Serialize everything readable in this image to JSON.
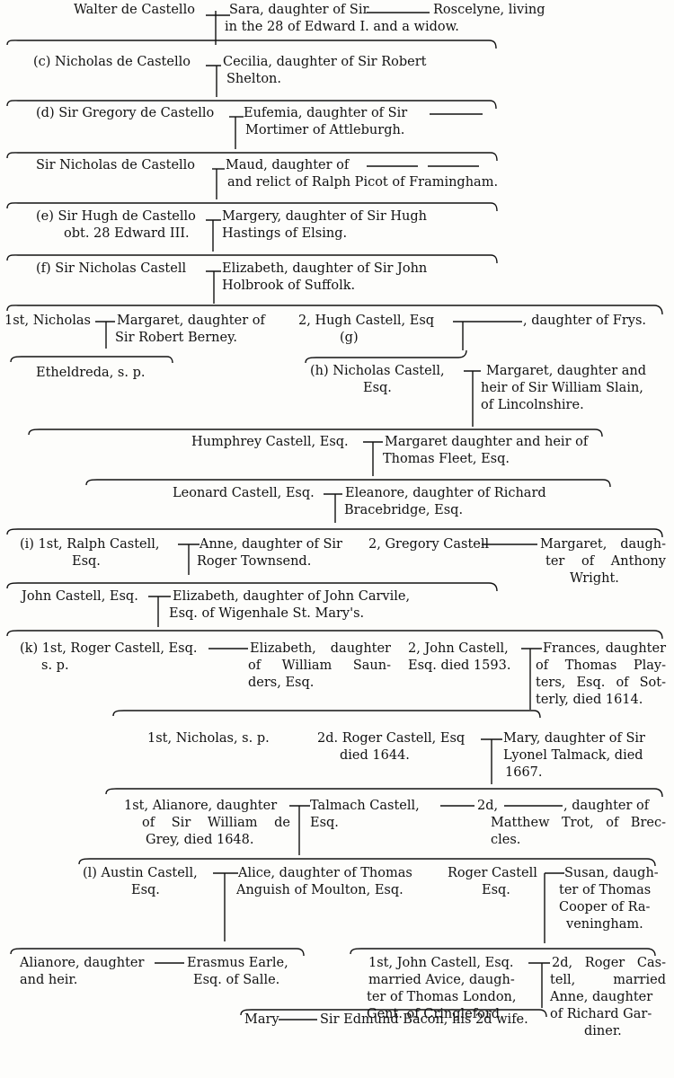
{
  "g1": {
    "walter": "Walter de Castello",
    "sara": "Sara, daughter of Sir",
    "roscelyne": "Roscelyne, living",
    "sara_l2": "in the 28 of Edward I. and a widow."
  },
  "g2": {
    "nicholas": "(c) Nicholas de Castello",
    "cecilia": "Cecilia, daughter of Sir Robert",
    "cecilia_l2": "Shelton."
  },
  "g3": {
    "gregory": "(d) Sir Gregory de Castello",
    "eufemia": "Eufemia, daughter of Sir",
    "eufemia_l2": "Mortimer of Attleburgh."
  },
  "g4": {
    "nicholas": "Sir Nicholas de Castello",
    "maud": "Maud, daughter of",
    "maud_l2": "and relict of Ralph Picot of Framingham."
  },
  "g5": {
    "hugh": "(e) Sir Hugh de Castello",
    "hugh_l2": "obt. 28 Edward III.",
    "margery": "Margery, daughter of Sir Hugh",
    "margery_l2": "Hastings of Elsing."
  },
  "g6": {
    "nicholas": "(f) Sir Nicholas Castell",
    "elizabeth": "Elizabeth, daughter of Sir John",
    "elizabeth_l2": "Holbrook of Suffolk."
  },
  "g7": {
    "nicholas": "1st, Nicholas",
    "margaret": "Margaret, daughter of",
    "margaret_l2": "Sir Robert Berney.",
    "hugh": "2, Hugh Castell, Esq",
    "hugh_g": "(g)",
    "frys": ", daughter of Frys.",
    "etheldreda": "Etheldreda, s. p."
  },
  "g8": {
    "nicholas": "(h) Nicholas Castell,",
    "nicholas_l2": "Esq.",
    "margaret": "Margaret, daughter and",
    "margaret_l2": "heir of Sir William Slain,",
    "margaret_l3": "of Lincolnshire."
  },
  "g9": {
    "humphrey": "Humphrey Castell, Esq.",
    "margaret": "Margaret daughter and heir of",
    "margaret_l2": "Thomas Fleet, Esq."
  },
  "g10": {
    "leonard": "Leonard Castell, Esq.",
    "eleanore": "Eleanore, daughter of Richard",
    "eleanore_l2": "Bracebridge, Esq."
  },
  "g11": {
    "ralph": "(i) 1st, Ralph Castell,",
    "ralph_l2": "Esq.",
    "anne": "Anne, daughter of Sir",
    "anne_l2": "Roger Townsend.",
    "gregory": "2, Gregory Castell",
    "margaret": "Margaret, daugh-",
    "margaret_l2": "ter of Anthony",
    "margaret_l3": "Wright."
  },
  "g12": {
    "john": "John Castell, Esq.",
    "elizabeth": "Elizabeth, daughter of John Carvile,",
    "elizabeth_l2": "Esq. of Wigenhale St. Mary's."
  },
  "g13": {
    "roger": "(k) 1st, Roger Castell, Esq.",
    "roger_l2": "s. p.",
    "elizabeth": "Elizabeth, daughter",
    "elizabeth_l2": "of William Saun-",
    "elizabeth_l3": "ders, Esq.",
    "john": "2, John Castell,",
    "john_l2": "Esq. died 1593.",
    "frances": "Frances, daughter",
    "frances_l2": "of Thomas Play-",
    "frances_l3": "ters, Esq. of Sot-",
    "frances_l4": "terly, died 1614."
  },
  "g14": {
    "nicholas": "1st, Nicholas, s. p.",
    "roger": "2d. Roger Castell, Esq",
    "roger_l2": "died 1644.",
    "mary": "Mary, daughter of Sir",
    "mary_l2": "Lyonel Talmack, died",
    "mary_l3": "1667."
  },
  "g15": {
    "alianore": "1st, Alianore, daughter",
    "alianore_l2": "of Sir William de",
    "alianore_l3": "Grey, died 1648.",
    "talmach": "Talmach Castell,",
    "talmach_l2": "Esq.",
    "second": "2d,",
    "trot": ", daughter of",
    "trot_l2": "Matthew Trot, of Brec-",
    "trot_l3": "cles."
  },
  "g16": {
    "austin": "(l) Austin Castell,",
    "austin_l2": "Esq.",
    "alice": "Alice, daughter of Thomas",
    "alice_l2": "Anguish of Moulton, Esq.",
    "roger": "Roger Castell",
    "roger_l2": "Esq.",
    "susan": "Susan, daugh-",
    "susan_l2": "ter of Thomas",
    "susan_l3": "Cooper of Ra-",
    "susan_l4": "veningham."
  },
  "g17": {
    "alianore": "Alianore, daughter",
    "alianore_l2": "and heir.",
    "erasmus": "Erasmus Earle,",
    "erasmus_l2": "Esq. of Salle.",
    "john": "1st, John Castell, Esq.",
    "john_l2": "married Avice, daugh-",
    "john_l3": "ter of Thomas London,",
    "john_l4": "Gent. of Cringleford.",
    "roger": "2d, Roger Cas-",
    "roger_l2": "tell, married",
    "roger_l3": "Anne, daughter",
    "roger_l4": "of Richard Gar-",
    "roger_l5": "diner."
  },
  "g18": {
    "mary": "Mary",
    "edmund": "Sir Edmund Bacon, his 2d wife."
  }
}
